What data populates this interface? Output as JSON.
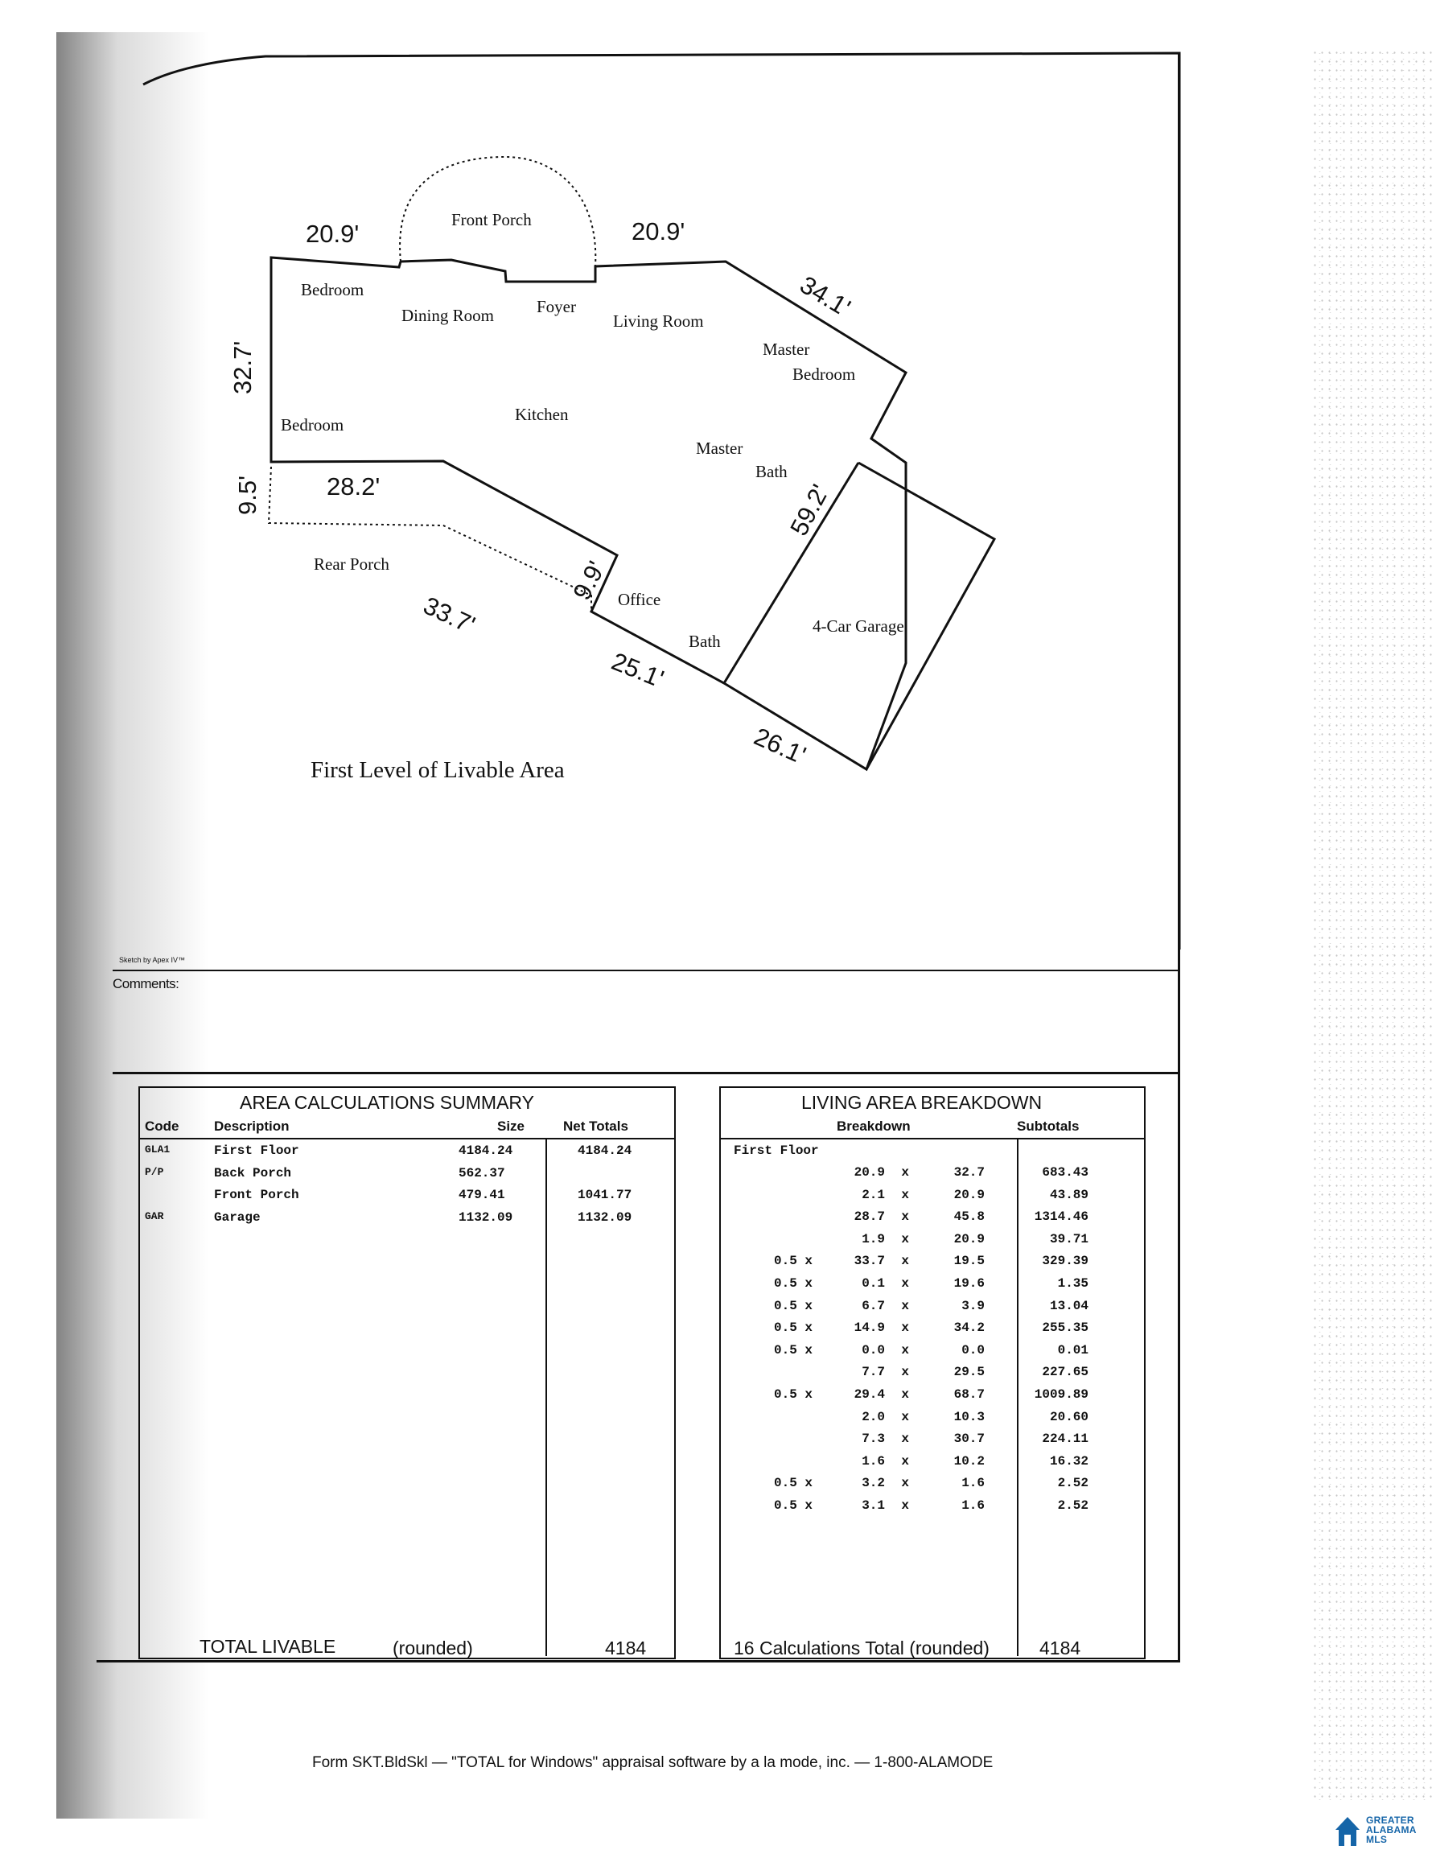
{
  "sketch": {
    "rooms": {
      "front_porch": "Front Porch",
      "bedroom_1": "Bedroom",
      "dining_room": "Dining Room",
      "foyer": "Foyer",
      "living_room": "Living Room",
      "master_bedroom_1": "Master",
      "master_bedroom_2": "Bedroom",
      "kitchen": "Kitchen",
      "bedroom_2": "Bedroom",
      "master_bath_1": "Master",
      "master_bath_2": "Bath",
      "rear_porch": "Rear Porch",
      "office": "Office",
      "bath": "Bath",
      "garage": "4-Car Garage"
    },
    "dimensions": {
      "top_left": "20.9'",
      "top_right": "20.9'",
      "right_diag": "34.1'",
      "left_side": "32.7'",
      "porch_side": "9.5'",
      "porch_top": "28.2'",
      "office_side": "9.9'",
      "rear_diag": "33.7'",
      "bath_bottom": "25.1'",
      "garage_side": "59.2'",
      "garage_bottom": "26.1'"
    },
    "caption": "First Level of Livable Area",
    "credit": "Sketch by Apex IV™"
  },
  "comments_label": "Comments:",
  "area_summary": {
    "title": "AREA CALCULATIONS SUMMARY",
    "headers": {
      "code": "Code",
      "description": "Description",
      "size": "Size",
      "net": "Net Totals"
    },
    "rows": [
      {
        "code": "GLA1",
        "description": "First Floor",
        "size": "4184.24",
        "net": "4184.24"
      },
      {
        "code": "P/P",
        "description": "Back Porch",
        "size": "562.37",
        "net": ""
      },
      {
        "code": "",
        "description": "Front Porch",
        "size": "479.41",
        "net": "1041.77"
      },
      {
        "code": "GAR",
        "description": "Garage",
        "size": "1132.09",
        "net": "1132.09"
      }
    ],
    "total_label": "TOTAL LIVABLE",
    "total_note": "(rounded)",
    "total_value": "4184"
  },
  "living_breakdown": {
    "title": "LIVING AREA BREAKDOWN",
    "headers": {
      "breakdown": "Breakdown",
      "subtotals": "Subtotals"
    },
    "section": "First Floor",
    "rows": [
      {
        "half": "",
        "a": "20.9",
        "b": "32.7",
        "sub": "683.43"
      },
      {
        "half": "",
        "a": "2.1",
        "b": "20.9",
        "sub": "43.89"
      },
      {
        "half": "",
        "a": "28.7",
        "b": "45.8",
        "sub": "1314.46"
      },
      {
        "half": "",
        "a": "1.9",
        "b": "20.9",
        "sub": "39.71"
      },
      {
        "half": "0.5 x",
        "a": "33.7",
        "b": "19.5",
        "sub": "329.39"
      },
      {
        "half": "0.5 x",
        "a": "0.1",
        "b": "19.6",
        "sub": "1.35"
      },
      {
        "half": "0.5 x",
        "a": "6.7",
        "b": "3.9",
        "sub": "13.04"
      },
      {
        "half": "0.5 x",
        "a": "14.9",
        "b": "34.2",
        "sub": "255.35"
      },
      {
        "half": "0.5 x",
        "a": "0.0",
        "b": "0.0",
        "sub": "0.01"
      },
      {
        "half": "",
        "a": "7.7",
        "b": "29.5",
        "sub": "227.65"
      },
      {
        "half": "0.5 x",
        "a": "29.4",
        "b": "68.7",
        "sub": "1009.89"
      },
      {
        "half": "",
        "a": "2.0",
        "b": "10.3",
        "sub": "20.60"
      },
      {
        "half": "",
        "a": "7.3",
        "b": "30.7",
        "sub": "224.11"
      },
      {
        "half": "",
        "a": "1.6",
        "b": "10.2",
        "sub": "16.32"
      },
      {
        "half": "0.5 x",
        "a": "3.2",
        "b": "1.6",
        "sub": "2.52"
      },
      {
        "half": "0.5 x",
        "a": "3.1",
        "b": "1.6",
        "sub": "2.52"
      }
    ],
    "times": "x",
    "total_label": "16 Calculations Total (rounded)",
    "total_value": "4184"
  },
  "footer": "Form SKT.BldSkl — \"TOTAL for Windows\" appraisal software by a la mode, inc. — 1-800-ALAMODE",
  "logo": {
    "line1": "GREATER",
    "line2": "ALABAMA",
    "line3": "MLS",
    "color": "#1565a8"
  }
}
